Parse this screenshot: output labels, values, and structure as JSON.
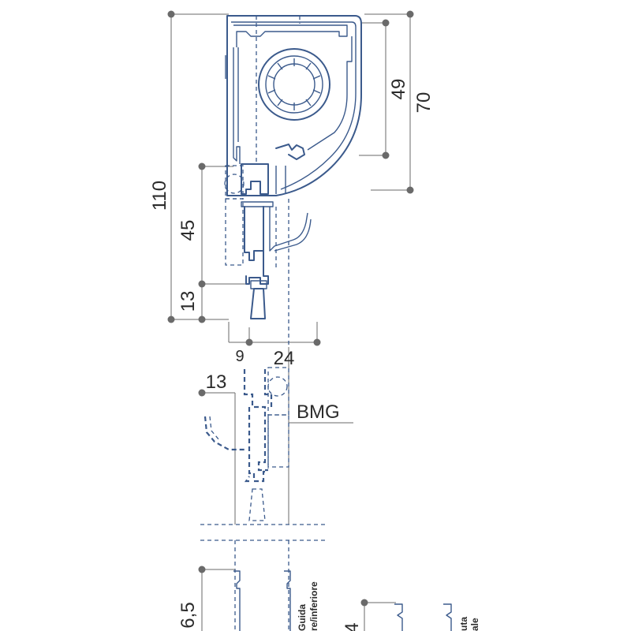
{
  "dimensions": {
    "overall_height": "110",
    "box_height": "70",
    "inner_height": "49",
    "guide_height": "45",
    "bottom_height": "13",
    "gap_left": "9",
    "guide_width": "24",
    "offset_lower": "13",
    "rail_height": "6,5",
    "rail_height_2": "4"
  },
  "labels": {
    "model": "BMG",
    "rail_label_a": "Guida",
    "rail_label_b": "re/inferiore",
    "rail_label_c": "uta",
    "rail_label_d": "ale"
  },
  "colors": {
    "profile": "#3b5a8c",
    "dimension": "#6a6a6a",
    "text": "#2b2b2b"
  }
}
